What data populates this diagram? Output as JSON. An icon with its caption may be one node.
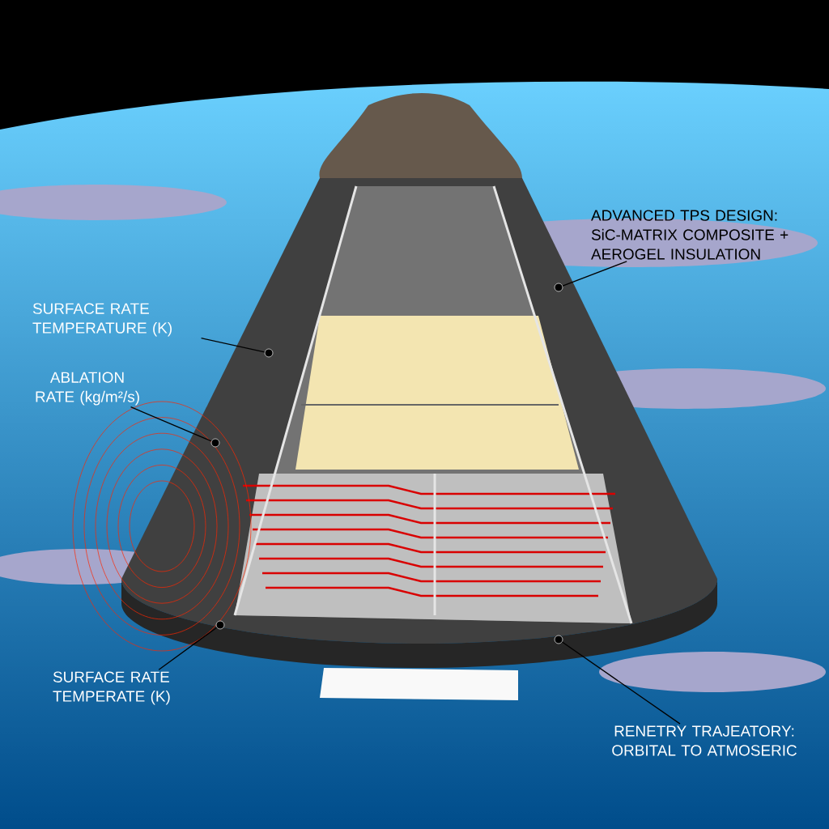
{
  "diagram": {
    "nodes": [
      {
        "text": [
          "ADVANCED TPS DESIGN: SiC-MATRIX COMPOSITE + AEROGEL INSULATION"
        ]
      },
      {
        "text": [
          "SURFACE RATE TEMPERATURE (K)"
        ]
      },
      {
        "text": [
          "ABLATION RATE (kg/m²/s)"
        ]
      },
      {
        "text": [
          "SURFACE RATE TEMPERATE (K)"
        ]
      },
      {
        "text": [
          "RENETRY TRAJEATORY: ORBITAL TO ATMOSERIC"
        ]
      },
      {
        "text": [],
        "shape": "circle"
      },
      {
        "text": [],
        "shape": "circle"
      },
      {
        "text": [],
        "shape": "circle"
      },
      {
        "text": [],
        "shape": "circle"
      },
      {
        "text": [],
        "shape": "circle"
      }
    ],
    "edges": [
      {
        "from": 0,
        "to": 5,
        "arrow": "none"
      },
      {
        "from": 1,
        "to": 6,
        "arrow": "none"
      },
      {
        "from": 2,
        "to": 7,
        "arrow": "none"
      },
      {
        "from": 3,
        "to": 8,
        "arrow": "none"
      },
      {
        "from": 4,
        "to": 9,
        "arrow": "none"
      }
    ]
  }
}
